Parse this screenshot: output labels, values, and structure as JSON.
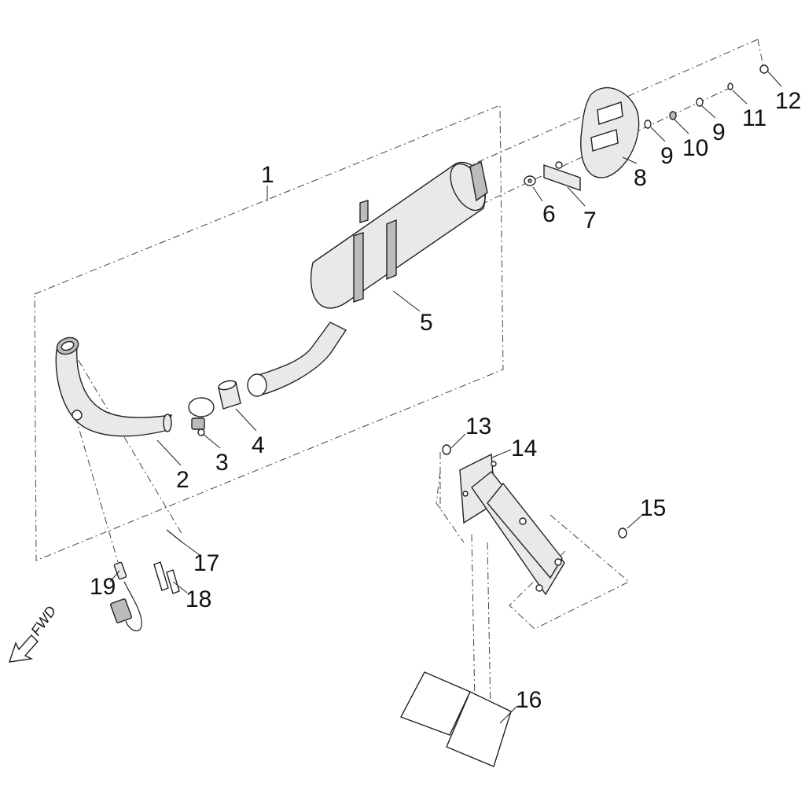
{
  "diagram": {
    "callouts": [
      "1",
      "2",
      "3",
      "4",
      "5",
      "6",
      "7",
      "8",
      "9",
      "10",
      "9",
      "11",
      "12",
      "13",
      "14",
      "15",
      "16",
      "17",
      "18",
      "19"
    ],
    "direction_label": "FWD",
    "direction_icon": "arrow-down-left"
  }
}
